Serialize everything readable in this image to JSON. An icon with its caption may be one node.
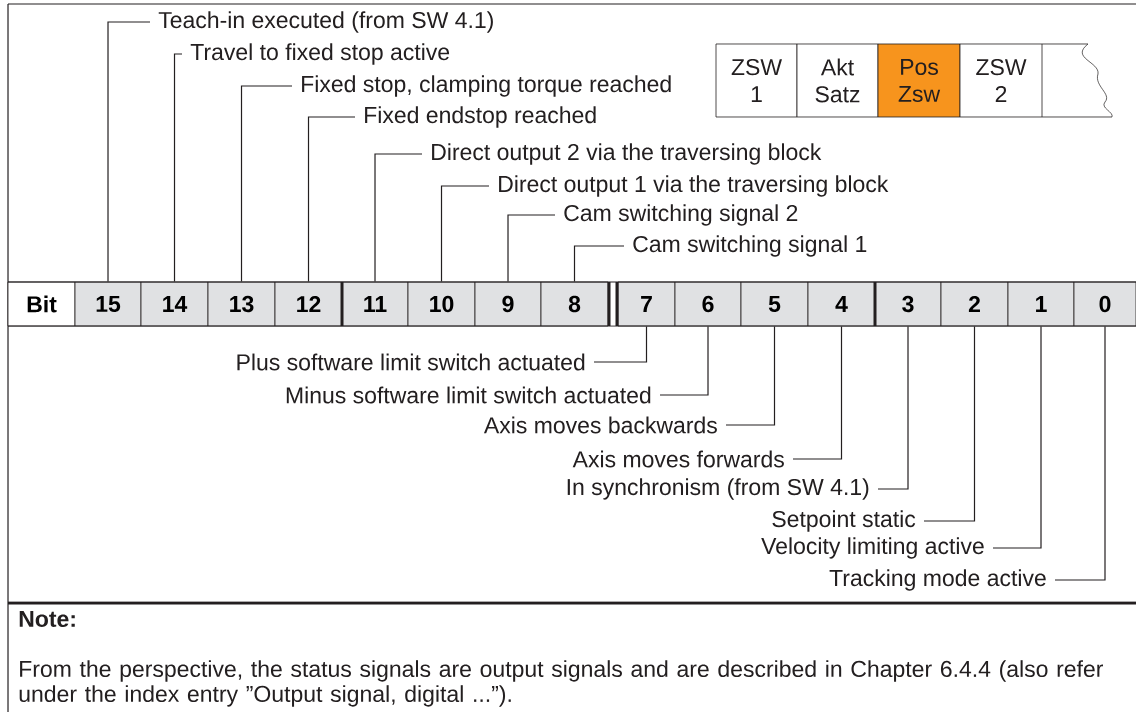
{
  "diagram": {
    "nodes": [
      {
        "text": [
          "Bit"
        ]
      },
      {
        "text": [
          "15"
        ]
      },
      {
        "text": [
          "14"
        ]
      },
      {
        "text": [
          "13"
        ]
      },
      {
        "text": [
          "12"
        ]
      },
      {
        "text": [
          "11"
        ]
      },
      {
        "text": [
          "10"
        ]
      },
      {
        "text": [
          "9"
        ]
      },
      {
        "text": [
          "8"
        ]
      },
      {
        "text": [
          "7"
        ]
      },
      {
        "text": [
          "6"
        ]
      },
      {
        "text": [
          "5"
        ]
      },
      {
        "text": [
          "4"
        ]
      },
      {
        "text": [
          "3"
        ]
      },
      {
        "text": [
          "2"
        ]
      },
      {
        "text": [
          "1"
        ]
      },
      {
        "text": [
          "0"
        ]
      },
      {
        "text": [
          "Teach-in executed (from SW 4.1)"
        ]
      },
      {
        "text": [
          "Travel to fixed stop active"
        ]
      },
      {
        "text": [
          "Fixed stop, clamping torque reached"
        ]
      },
      {
        "text": [
          "Fixed endstop reached"
        ]
      },
      {
        "text": [
          "Direct output 2 via the traversing block"
        ]
      },
      {
        "text": [
          "Direct output 1 via the traversing block"
        ]
      },
      {
        "text": [
          "Cam switching signal 2"
        ]
      },
      {
        "text": [
          "Cam switching signal 1"
        ]
      },
      {
        "text": [
          "Plus software limit switch actuated"
        ]
      },
      {
        "text": [
          "Minus software limit switch actuated"
        ]
      },
      {
        "text": [
          "Axis moves backwards"
        ]
      },
      {
        "text": [
          "Axis moves forwards"
        ]
      },
      {
        "text": [
          "In synchronism (from SW 4.1)"
        ]
      },
      {
        "text": [
          "Setpoint static"
        ]
      },
      {
        "text": [
          "Velocity limiting active"
        ]
      },
      {
        "text": [
          "Tracking mode active"
        ]
      },
      {
        "text": [
          "ZSW 1"
        ]
      },
      {
        "text": [
          "Akt Satz"
        ]
      },
      {
        "text": [
          "Pos Zsw"
        ]
      },
      {
        "text": [
          "ZSW 2"
        ]
      },
      {
        "text": [],
        "shape": "box"
      }
    ],
    "edges": [
      {
        "from": 17,
        "to": 1,
        "arrow": "none"
      },
      {
        "from": 18,
        "to": 2,
        "arrow": "none"
      },
      {
        "from": 19,
        "to": 3,
        "arrow": "none"
      },
      {
        "from": 20,
        "to": 4,
        "arrow": "none"
      },
      {
        "from": 21,
        "to": 5,
        "arrow": "none"
      },
      {
        "from": 22,
        "to": 6,
        "arrow": "none"
      },
      {
        "from": 23,
        "to": 7,
        "arrow": "none"
      },
      {
        "from": 24,
        "to": 8,
        "arrow": "none"
      },
      {
        "from": 25,
        "to": 9,
        "arrow": "none"
      },
      {
        "from": 26,
        "to": 10,
        "arrow": "none"
      },
      {
        "from": 27,
        "to": 11,
        "arrow": "none"
      },
      {
        "from": 28,
        "to": 12,
        "arrow": "none"
      },
      {
        "from": 29,
        "to": 13,
        "arrow": "none"
      },
      {
        "from": 30,
        "to": 14,
        "arrow": "none"
      },
      {
        "from": 31,
        "to": 15,
        "arrow": "none"
      },
      {
        "from": 32,
        "to": 16,
        "arrow": "none"
      }
    ],
    "labels": [
      "Note:",
      "From the perspective, the status signals are output signals and are described in Chapter 6.4.4 (also refer under the index entry ”Output signal, digital ...”)."
    ]
  }
}
